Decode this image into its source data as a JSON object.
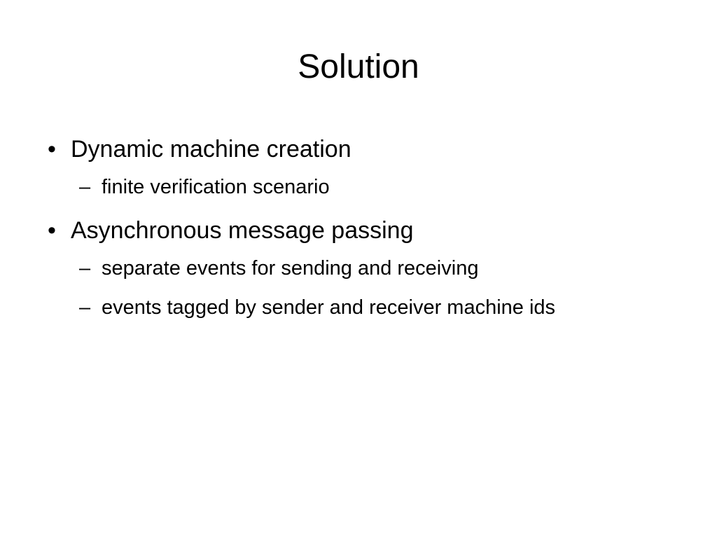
{
  "slide": {
    "title": "Solution",
    "bullets": [
      {
        "marker": "•",
        "text": "Dynamic machine creation",
        "sub": [
          {
            "marker": "–",
            "text": "finite verification scenario"
          }
        ]
      },
      {
        "marker": "•",
        "text": "Asynchronous message passing",
        "sub": [
          {
            "marker": "–",
            "text": "separate events for sending and receiving"
          },
          {
            "marker": "–",
            "text": "events tagged by sender and receiver machine ids"
          }
        ]
      }
    ]
  }
}
